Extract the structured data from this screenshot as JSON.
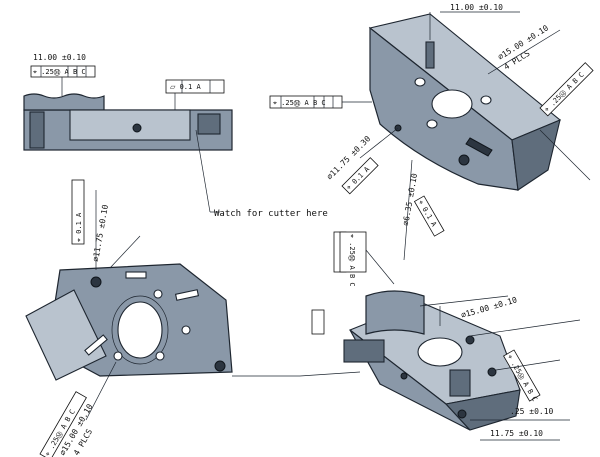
{
  "callouts": {
    "dim_top_left": "11.00 ±0.10",
    "fcf_top_left": "⌖ .25Ⓜ A B C",
    "flatness_frame": "⏥ 0.1 A",
    "dim_top_right": "11.00 ±0.10",
    "dim_hole_15": "⌀15.00 ±0.10",
    "plcs_4": "4 PLCS",
    "fcf_right": "⌖ .25Ⓜ A B C",
    "fcf_center": "⌖ .25Ⓜ A B C",
    "dim_1175": "⌀11.75 ±0.30",
    "fcf_left_small": "⌖ 0.1 A",
    "dim_635": "⌀6.35 ±0.10",
    "fcf_small_b": "⌖ 0.1 A",
    "note_cutter": "Watch for cutter here",
    "dim_left_1175": "⌀11.75 ±0.10",
    "fcf_left_vertical": "⌖ 0.1 A",
    "fcf_mid": "⌖ .25Ⓜ A B C",
    "dim_bottom_left": "⌀15.00 ±0.10",
    "dim_bottom_plcs": "4 PLCS",
    "fcf_bottom_left": "⌖ .25Ⓜ A B C",
    "dim_bottom_right_a": "⌀15.00 ±0.10",
    "dim_bottom_right_b": ".25 ±0.10",
    "fcf_bottom_right": "⌖ .25Ⓜ A B C",
    "dim_bottom_right_c": "11.75 ±0.10"
  }
}
